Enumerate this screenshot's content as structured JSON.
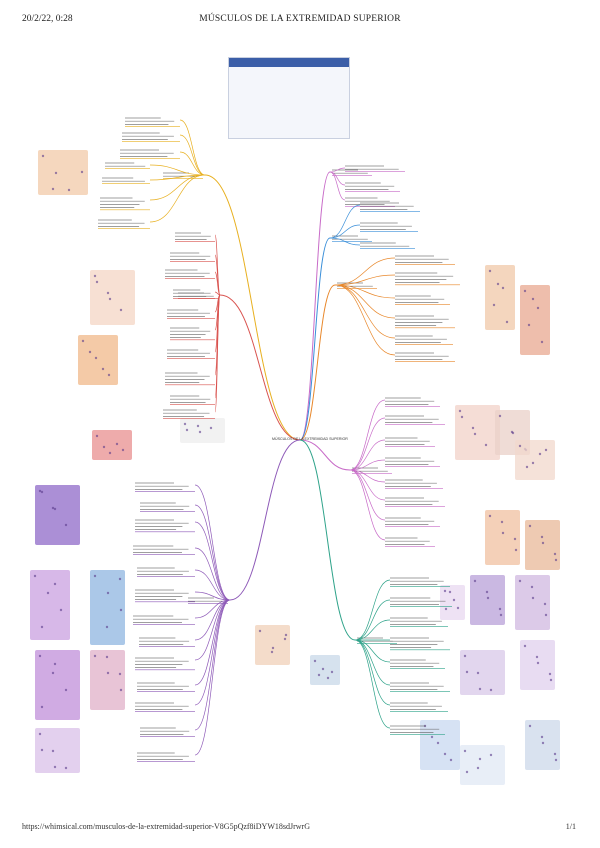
{
  "header": {
    "date": "20/2/22, 0:28",
    "title": "MÚSCULOS DE LA EXTREMIDAD SUPERIOR"
  },
  "footer": {
    "url": "https://whimsical.com/musculos-de-la-extremidad-superior-V8G5pQzf8iDYW18sdJrwrG",
    "page": "1/1"
  },
  "central_node": "MÚSCULOS DE LA EXTREMIDAD SUPERIOR",
  "colors": {
    "yellow_branch": "#e8b020",
    "red_branch": "#d9534f",
    "purple_branch": "#8e5ab8",
    "pink_branch": "#c86bc8",
    "blue_branch": "#3a8fd9",
    "orange_branch": "#e8872a",
    "teal_branch": "#2fa38a",
    "legend_header": "#3b5ea8"
  }
}
